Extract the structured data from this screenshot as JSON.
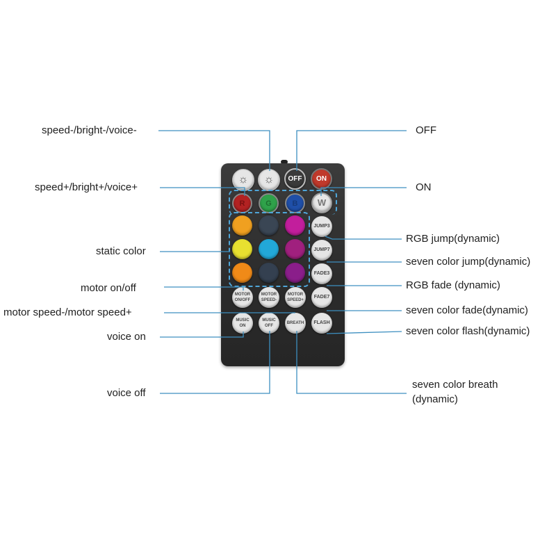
{
  "labels": {
    "speed_minus": "speed-/bright-/voice-",
    "speed_plus": "speed+/bright+/voice+",
    "static_color": "static color",
    "motor_onoff": "motor on/off",
    "motor_speed": "motor speed-/motor speed+",
    "voice_on": "voice on",
    "voice_off": "voice off",
    "off": "OFF",
    "on": "ON",
    "rgb_jump": "RGB jump(dynamic)",
    "seven_jump": "seven color jump(dynamic)",
    "rgb_fade": "RGB fade (dynamic)",
    "seven_fade": "seven color fade(dynamic)",
    "seven_flash": "seven color flash(dynamic)",
    "seven_breath_1": "seven color breath",
    "seven_breath_2": "(dynamic)"
  },
  "buttons": {
    "sun_icon_1": "☼",
    "sun_icon_2": "☼",
    "off": "OFF",
    "on": "ON",
    "r": "R",
    "g": "G",
    "b": "B",
    "w": "W",
    "jump3": "JUMP3",
    "jump7": "JUMP7",
    "fade3": "FADE3",
    "fade7": "FADE7",
    "flash": "FLASH",
    "motor_onoff": "MOTOR\nON/OFF",
    "motor_speed_minus": "MOTOR\nSPEED-",
    "motor_speed_plus": "MOTOR\nSPEED+",
    "music_on": "MUSIC\nON",
    "music_off": "MUSIC\nOFF",
    "breath": "BREATH"
  },
  "colors": {
    "leader": "#3d8fc0",
    "remote_body": "#2e2e2e",
    "white_btn": "#e6e6e6",
    "off_btn": "#3a3a3a",
    "on_btn": "#c0392b",
    "red": "#b22222",
    "green": "#2fa24a",
    "blue": "#1f4fa8",
    "orange": "#f0a020",
    "yellow": "#e8e030",
    "amber": "#f08a18",
    "cyan": "#22a8d8",
    "magenta": "#c21e9c",
    "purple": "#8a1e8a",
    "slate": "#3a4654",
    "dashed": "#4fa6d9"
  }
}
